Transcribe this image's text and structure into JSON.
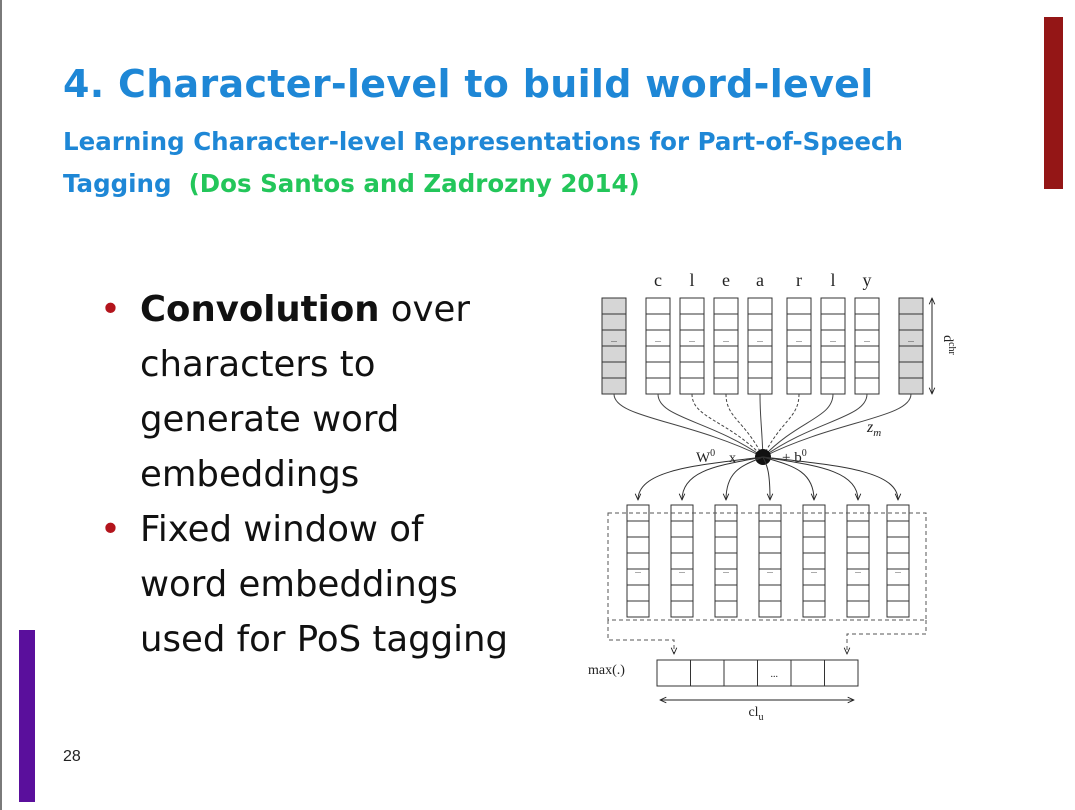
{
  "slide": {
    "title": "4. Character-level to build word-level",
    "subtitle": "Learning Character-level Representations for Part-of-Speech Tagging",
    "citation": "(Dos Santos and Zadrozny 2014)",
    "bullets": [
      {
        "bold": "Convolution",
        "rest": " over characters to generate word embeddings"
      },
      {
        "bold": "",
        "rest": "Fixed window of word embeddings used for PoS tagging"
      }
    ],
    "page_number": "28"
  },
  "diagram": {
    "characters": [
      "c",
      "l",
      "e",
      "a",
      "r",
      "l",
      "y"
    ],
    "cell_ellipsis": "...",
    "d_label_base": "d",
    "d_label_sup": "chr",
    "z_label": "z",
    "z_sub": "m",
    "w_label": "W",
    "w_sup": "0",
    "x_label": "x",
    "b_label": "+ b",
    "b_sup": "0",
    "max_label": "max(.)",
    "cl_label": "cl",
    "cl_sub": "u"
  },
  "colors": {
    "title": "#1e87d6",
    "citation": "#23c65a",
    "bullet_marker": "#b3141c",
    "red_accent": "#941616",
    "purple_accent": "#5a0f9c",
    "padding_column": "#d6d6d6"
  }
}
